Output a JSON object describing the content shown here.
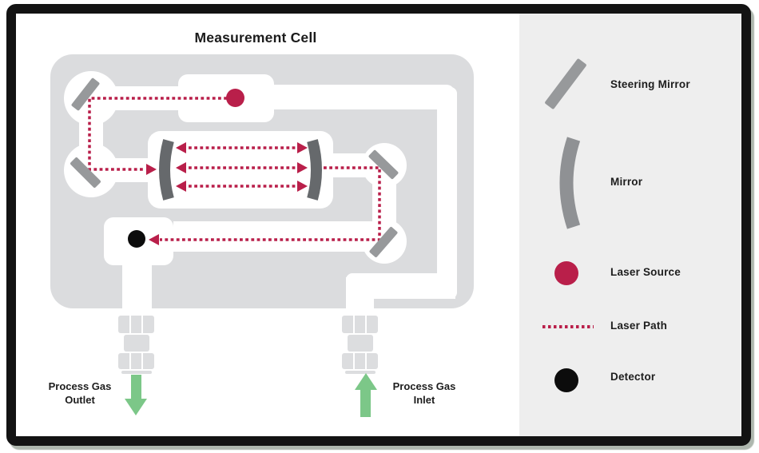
{
  "diagram": {
    "title": "Measurement Cell",
    "gas_labels": {
      "outlet": [
        "Process Gas",
        "Outlet"
      ],
      "inlet": [
        "Process Gas",
        "Inlet"
      ]
    }
  },
  "legend": {
    "items": [
      {
        "icon": "steering-mirror-icon",
        "label": "Steering Mirror"
      },
      {
        "icon": "mirror-icon",
        "label": "Mirror"
      },
      {
        "icon": "laser-source-icon",
        "label": "Laser Source"
      },
      {
        "icon": "laser-path-icon",
        "label": "Laser Path"
      },
      {
        "icon": "detector-icon",
        "label": "Detector"
      }
    ]
  },
  "colors": {
    "frame_border": "#131313",
    "panel_background": "#ffffff",
    "sidebar_background": "#eeeeee",
    "cell_body_gray": "#dbdcde",
    "cavity_mirror_gray": "#66696c",
    "steering_mirror_gray": "#97999b",
    "laser_crimson": "#b91f4a",
    "detector_black": "#0c0c0c",
    "gas_arrow_green": "#7cc788",
    "text": "#1d1d1d"
  }
}
